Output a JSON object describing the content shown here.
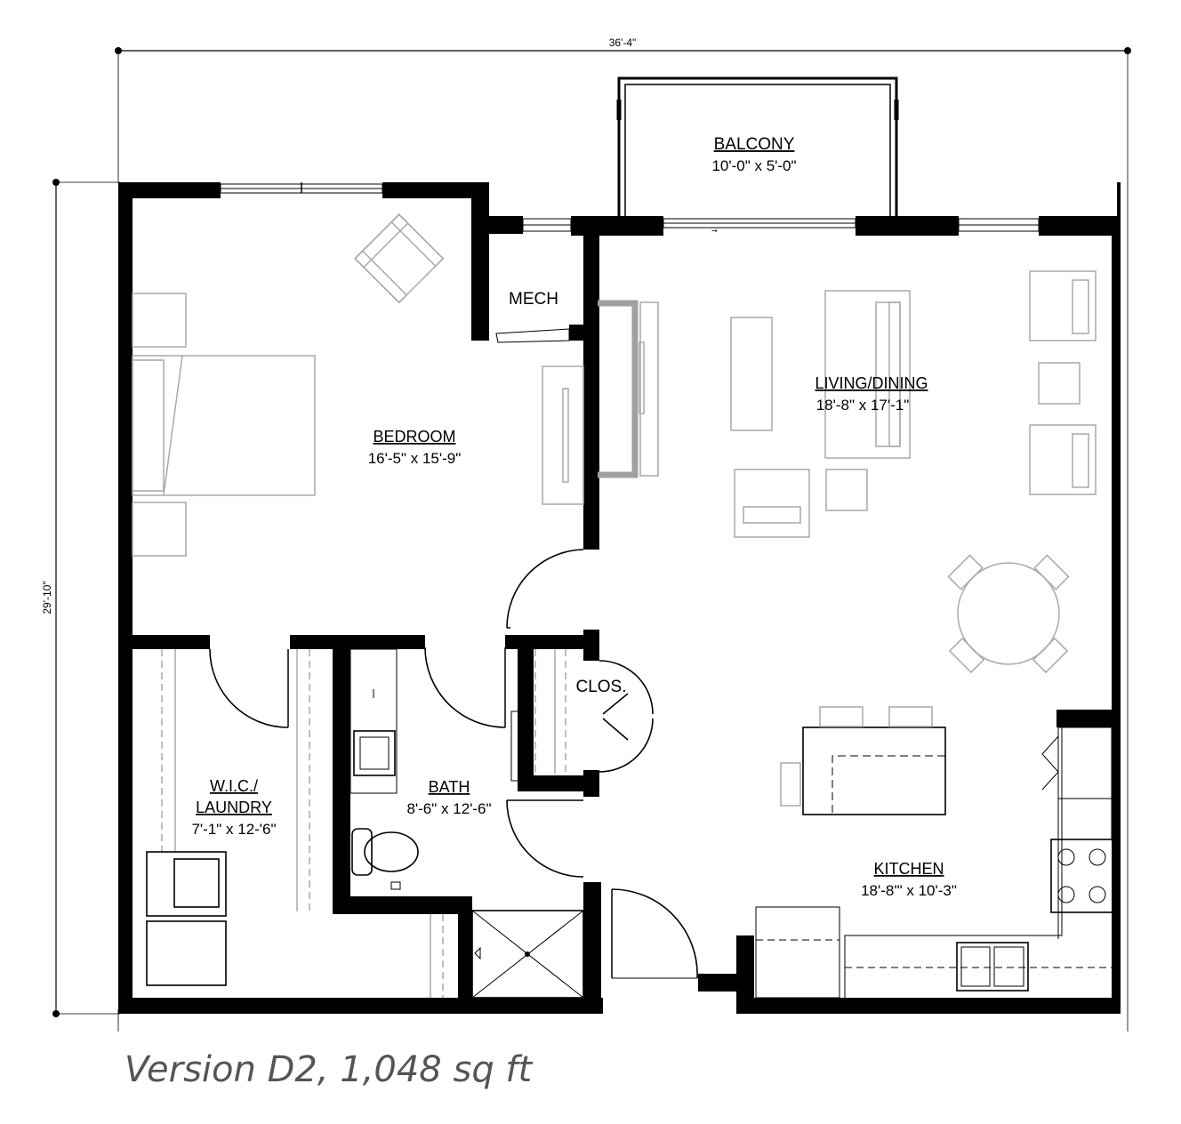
{
  "dimensions": {
    "width": "36'-4\"",
    "height": "29'-10\""
  },
  "rooms": {
    "balcony": {
      "name": "BALCONY",
      "size": "10'-0\" x 5'-0\""
    },
    "mech": {
      "name": "MECH"
    },
    "bedroom": {
      "name": "BEDROOM",
      "size": "16'-5\" x 15'-9\""
    },
    "living": {
      "name": "LIVING/DINING",
      "size": "18'-8\" x 17'-1\""
    },
    "clos": {
      "name": "CLOS."
    },
    "bath": {
      "name": "BATH",
      "size": "8'-6\" x 12'-6\""
    },
    "wic": {
      "name_line1": "W.I.C./",
      "name_line2": "LAUNDRY",
      "size": "7'-1\" x 12-'6\""
    },
    "kitchen": {
      "name": "KITCHEN",
      "size": "18'-8'\" x 10'-3\""
    }
  },
  "caption": "Version D2, 1,048 sq ft"
}
